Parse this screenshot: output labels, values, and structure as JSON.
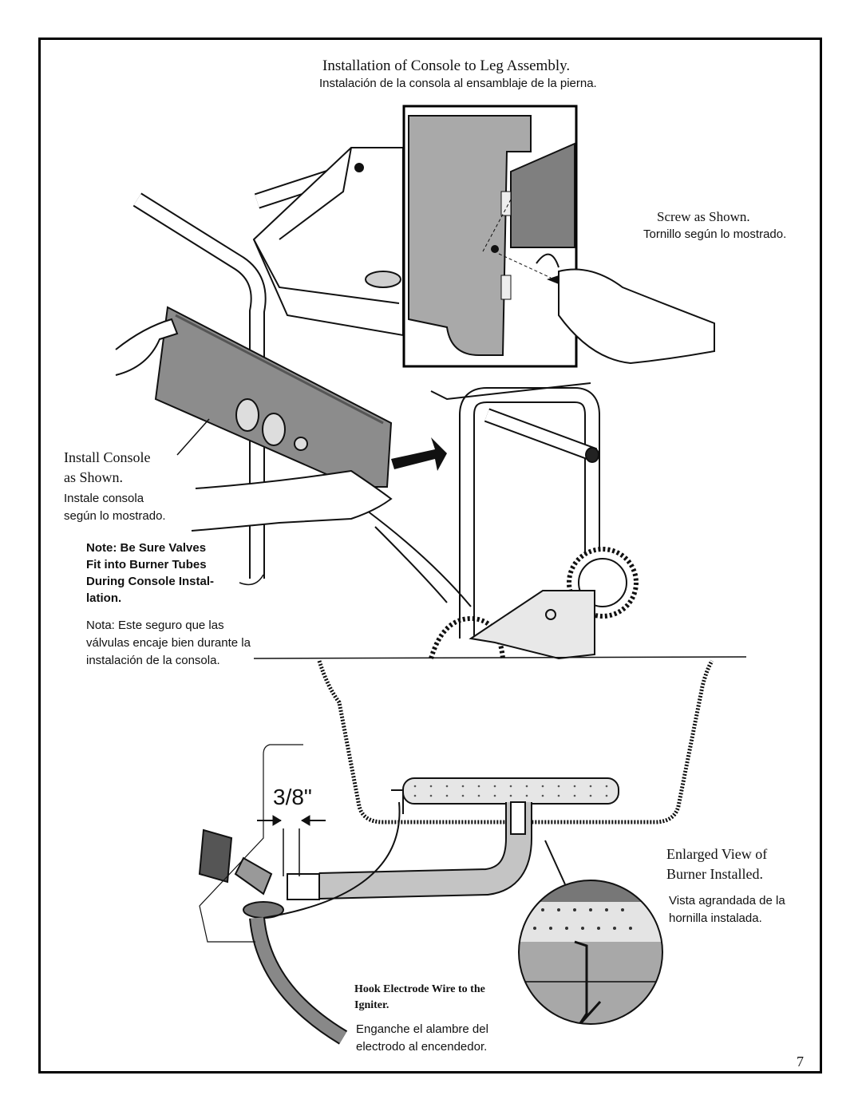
{
  "header": {
    "title_en": "Installation of Console to Leg Assembly.",
    "title_es": "Instalación de la consola al ensamblaje de la pierna."
  },
  "screw": {
    "en": "Screw as Shown.",
    "es": "Tornillo según lo mostrado."
  },
  "install": {
    "en_line1": "Install Console",
    "en_line2": "as Shown.",
    "es_line1": "Instale consola",
    "es_line2": "según lo mostrado."
  },
  "note": {
    "en_lines": [
      "Note:  Be Sure Valves",
      "Fit into Burner Tubes",
      "During Console Instal-",
      "lation."
    ],
    "es_lines": [
      "Nota: Este seguro que las",
      "válvulas encaje bien durante la",
      "instalación de la consola."
    ]
  },
  "measure": {
    "label": "3/8\""
  },
  "enlarged": {
    "en_line1": "Enlarged View of",
    "en_line2": "Burner Installed.",
    "es_line1": "Vista agrandada de la",
    "es_line2": "hornilla instalada."
  },
  "hook": {
    "en_line1": "Hook Electrode Wire to the",
    "en_line2": "Igniter.",
    "es_line1": "Enganche el alambre del",
    "es_line2": "electrodo al encendedor."
  },
  "page_number": "7"
}
